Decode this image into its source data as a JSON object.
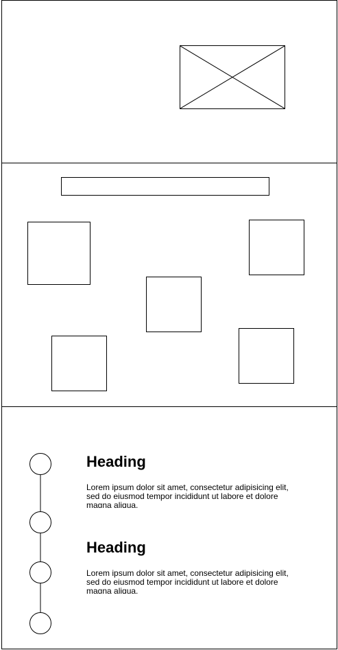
{
  "image_placeholder": {
    "icon": "image-placeholder-icon"
  },
  "timeline": {
    "items": [
      {
        "heading": "Heading",
        "text": "Lorem ipsum dolor sit amet, consectetur adipisicing elit, sed do eiusmod tempor incididunt ut labore et dolore magna aliqua."
      },
      {
        "heading": "Heading",
        "text": "Lorem ipsum dolor sit amet, consectetur adipisicing elit, sed do eiusmod tempor incididunt ut labore et dolore magna aliqua."
      }
    ],
    "node_count": 4
  }
}
